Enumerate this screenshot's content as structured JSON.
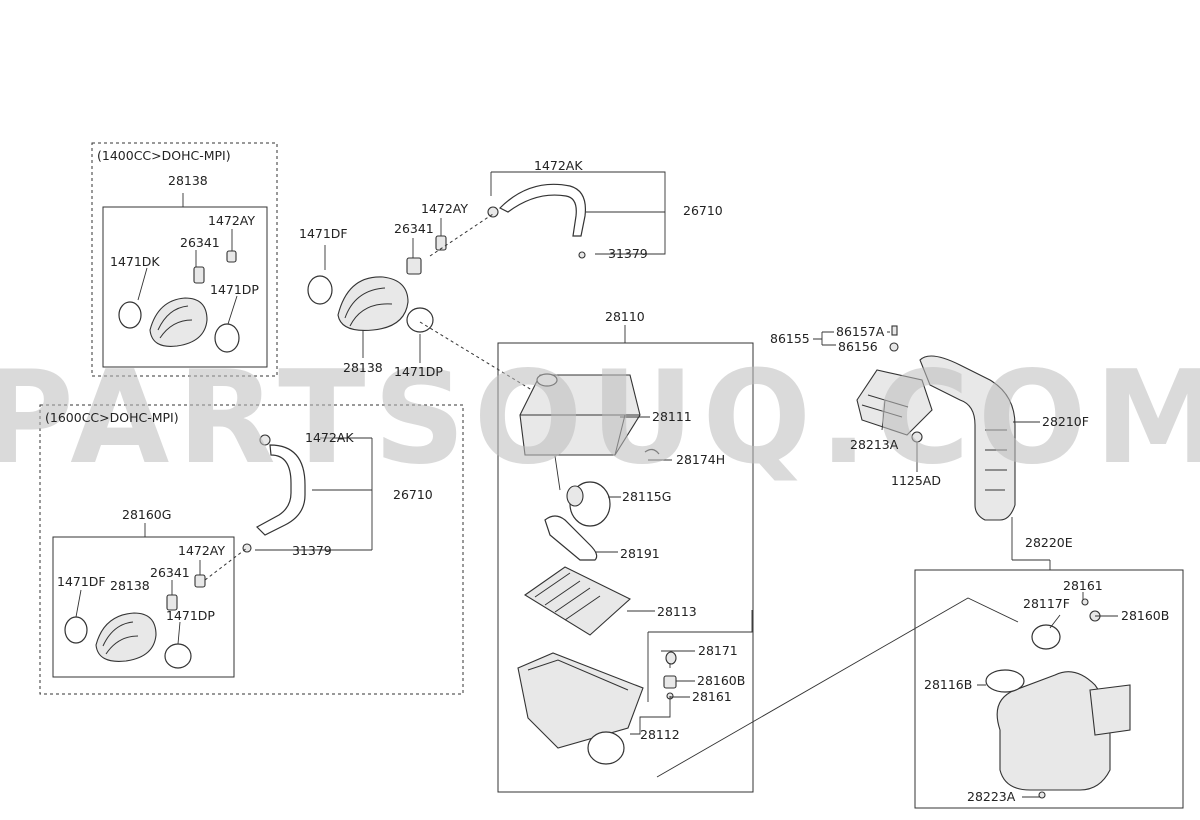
{
  "watermark": "PARTSOUQ.COM",
  "groups": {
    "engine_1400": "(1400CC>DOHC-MPI)",
    "engine_1600": "(1600CC>DOHC-MPI)"
  },
  "labels": {
    "g1_28138": "28138",
    "g1_1472AY": "1472AY",
    "g1_26341": "26341",
    "g1_1471DK": "1471DK",
    "g1_1471DP": "1471DP",
    "m_1472AK": "1472AK",
    "m_1472AY": "1472AY",
    "m_1471DF": "1471DF",
    "m_26341": "26341",
    "m_26710": "26710",
    "m_31379": "31379",
    "m_28138": "28138",
    "m_1471DP": "1471DP",
    "g2_1472AK": "1472AK",
    "g2_26710": "26710",
    "g2_28160G": "28160G",
    "g2_1472AY": "1472AY",
    "g2_31379": "31379",
    "g2_26341": "26341",
    "g2_1471DF": "1471DF",
    "g2_28138": "28138",
    "g2_1471DP": "1471DP",
    "c_28110": "28110",
    "c_28111": "28111",
    "c_28174H": "28174H",
    "c_28115G": "28115G",
    "c_28191": "28191",
    "c_28113": "28113",
    "c_28171": "28171",
    "c_28160B": "28160B",
    "c_28161": "28161",
    "c_28112": "28112",
    "r_86155": "86155",
    "r_86157A": "86157A",
    "r_86156": "86156",
    "r_28213A": "28213A",
    "r_1125AD": "1125AD",
    "r_28210F": "28210F",
    "r_28220E": "28220E",
    "r_28161": "28161",
    "r_28117F": "28117F",
    "r_28160B": "28160B",
    "r_28116B": "28116B",
    "r_28223A": "28223A"
  }
}
